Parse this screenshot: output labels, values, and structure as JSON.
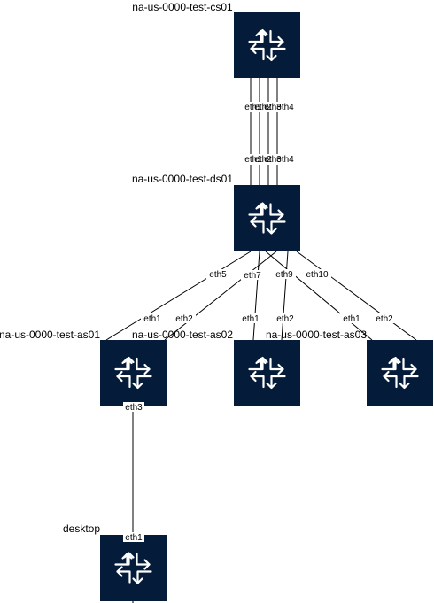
{
  "nodes": {
    "cs01": {
      "name": "na-us-0000-test-cs01",
      "icon": "router-icon"
    },
    "ds01": {
      "name": "na-us-0000-test-ds01",
      "icon": "router-icon"
    },
    "as01": {
      "name": "na-us-0000-test-as01",
      "icon": "router-icon"
    },
    "as02": {
      "name": "na-us-0000-test-as02",
      "icon": "router-icon"
    },
    "as03": {
      "name": "na-us-0000-test-as03",
      "icon": "router-icon"
    },
    "desktop": {
      "name": "desktop",
      "icon": "router-icon"
    }
  },
  "ports": {
    "cs01_eth1": "eth1",
    "cs01_eth2": "eth2",
    "cs01_eth3": "eth3",
    "cs01_eth4": "eth4",
    "ds01_up_eth1": "eth1",
    "ds01_up_eth2": "eth2",
    "ds01_up_eth3": "eth3",
    "ds01_up_eth4": "eth4",
    "ds01_eth5": "eth5",
    "ds01_eth7": "eth7",
    "ds01_eth9": "eth9",
    "ds01_eth10": "eth10",
    "as01_eth1": "eth1",
    "as01_eth2": "eth2",
    "as02_eth1": "eth1",
    "as02_eth2": "eth2",
    "as03_eth1": "eth1",
    "as03_eth2": "eth2",
    "as01_eth3": "eth3",
    "desktop_eth1": "eth1"
  },
  "colors": {
    "node_fill": "#041c3a",
    "icon_stroke": "#ffffff",
    "link": "#000000"
  }
}
